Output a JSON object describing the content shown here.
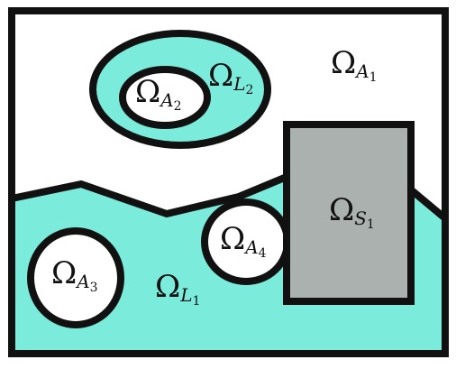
{
  "colors": {
    "liquid_fill": "#7bebdb",
    "solid_fill": "#aab1ae",
    "air_fill": "#ffffff",
    "outline": "#111111"
  },
  "regions": {
    "A1": {
      "symbol": "Ω",
      "sub": "A",
      "subsub": "1"
    },
    "L2": {
      "symbol": "Ω",
      "sub": "L",
      "subsub": "2"
    },
    "A2": {
      "symbol": "Ω",
      "sub": "A",
      "subsub": "2"
    },
    "S1": {
      "symbol": "Ω",
      "sub": "S",
      "subsub": "1"
    },
    "A4": {
      "symbol": "Ω",
      "sub": "A",
      "subsub": "4"
    },
    "A3": {
      "symbol": "Ω",
      "sub": "A",
      "subsub": "3"
    },
    "L1": {
      "symbol": "Ω",
      "sub": "L",
      "subsub": "1"
    }
  }
}
